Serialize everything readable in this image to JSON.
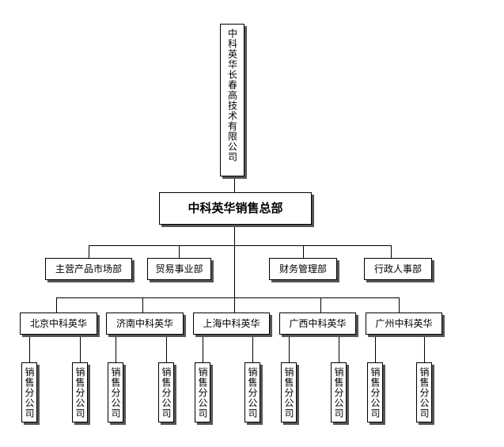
{
  "top_company": "中科英华长春高技术有限公司",
  "sales_hq": "中科英华销售总部",
  "departments": [
    "主营产品市场部",
    "贸易事业部",
    "财务管理部",
    "行政人事部"
  ],
  "branches": [
    "北京中科英华",
    "济南中科英华",
    "上海中科英华",
    "广西中科英华",
    "广州中科英华"
  ],
  "sales_unit": "销售分公司"
}
